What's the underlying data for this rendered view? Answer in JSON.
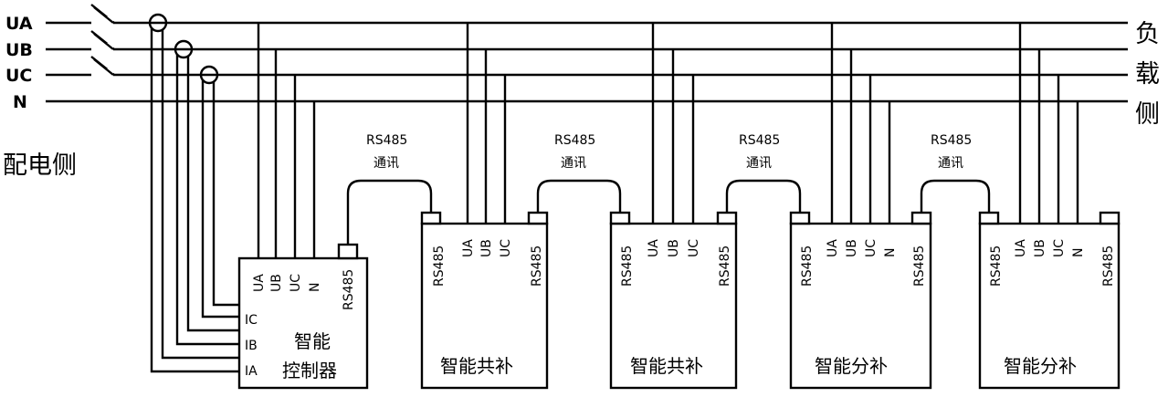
{
  "bus": {
    "lines": [
      "UA",
      "UB",
      "UC",
      "N"
    ]
  },
  "source_side": "配电侧",
  "load_side": [
    "负",
    "载",
    "侧"
  ],
  "comm": {
    "protocol": "RS485",
    "label": "通讯"
  },
  "controller": {
    "title_line1": "智能",
    "title_line2": "控制器",
    "voltage_ports": [
      "UA",
      "UB",
      "UC",
      "N"
    ],
    "rs485_port": "RS485",
    "ct_inputs": [
      "IC",
      "IB",
      "IA"
    ]
  },
  "devices": [
    {
      "title": "智能共补",
      "left_port": "RS485",
      "voltage_ports": [
        "UA",
        "UB",
        "UC"
      ],
      "right_port": "RS485"
    },
    {
      "title": "智能共补",
      "left_port": "RS485",
      "voltage_ports": [
        "UA",
        "UB",
        "UC"
      ],
      "right_port": "RS485"
    },
    {
      "title": "智能分补",
      "left_port": "RS485",
      "voltage_ports": [
        "UA",
        "UB",
        "UC",
        "N"
      ],
      "right_port": "RS485"
    },
    {
      "title": "智能分补",
      "left_port": "RS485",
      "voltage_ports": [
        "UA",
        "UB",
        "UC",
        "N"
      ],
      "right_port": "RS485"
    }
  ]
}
